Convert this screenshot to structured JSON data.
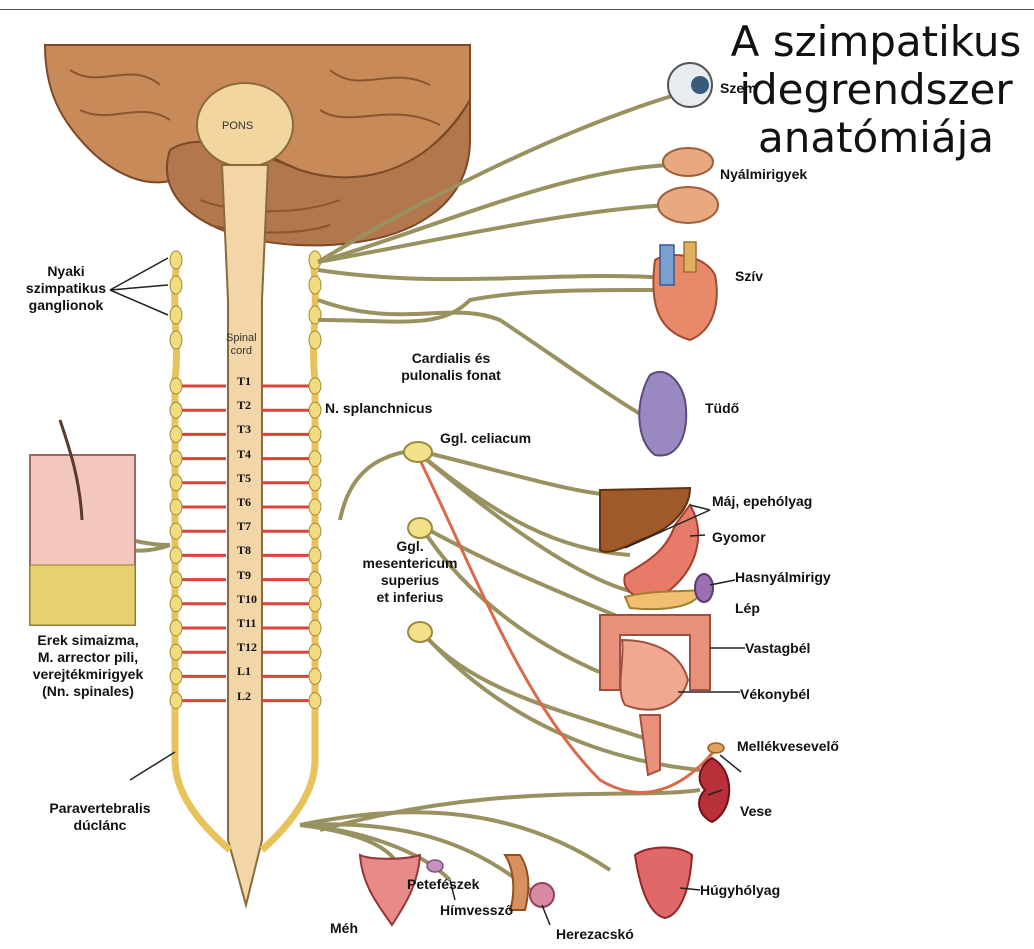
{
  "title": {
    "line1": "A szimpatikus",
    "line2": "idegrendszer",
    "line3": "anatómiája"
  },
  "brain": {
    "pons": "PONS",
    "spinal_cord": [
      "Spinal",
      "cord"
    ]
  },
  "segments": [
    "T1",
    "T2",
    "T3",
    "T4",
    "T5",
    "T6",
    "T7",
    "T8",
    "T9",
    "T10",
    "T11",
    "T12",
    "L1",
    "L2"
  ],
  "labels": {
    "szem": "Szem",
    "nyalmirigyek": "Nyálmirigyek",
    "sziv": "Szív",
    "tudo": "Tüdő",
    "maj": "Máj, epehólyag",
    "gyomor": "Gyomor",
    "hasnyalmirigy": "Hasnyálmirigy",
    "lep": "Lép",
    "vastagbel": "Vastagbél",
    "vekonybel": "Vékonybél",
    "mellekvese": "Mellékvesevelő",
    "vese": "Vese",
    "hugyholyag": "Húgyhólyag",
    "herezacsko": "Herezacskó",
    "himvesszo": "Hímvessző",
    "petefeszek": "Petefészek",
    "meh": "Méh",
    "nyaki": [
      "Nyaki",
      "szimpatikus",
      "ganglionok"
    ],
    "cardialis": [
      "Cardialis és",
      "pulonalis fonat"
    ],
    "splanchnicus": "N. splanchnicus",
    "coeliacum": "Ggl. celiacum",
    "mesentericum": [
      "Ggl.",
      "mesentericum",
      "superius",
      "et inferius"
    ],
    "erek": [
      "Erek simaizma,",
      "M. arrector pili,",
      "verejtékmirigyek",
      "(Nn. spinales)"
    ],
    "paravertebralis": [
      "Paravertebralis",
      "dúclánc"
    ]
  }
}
